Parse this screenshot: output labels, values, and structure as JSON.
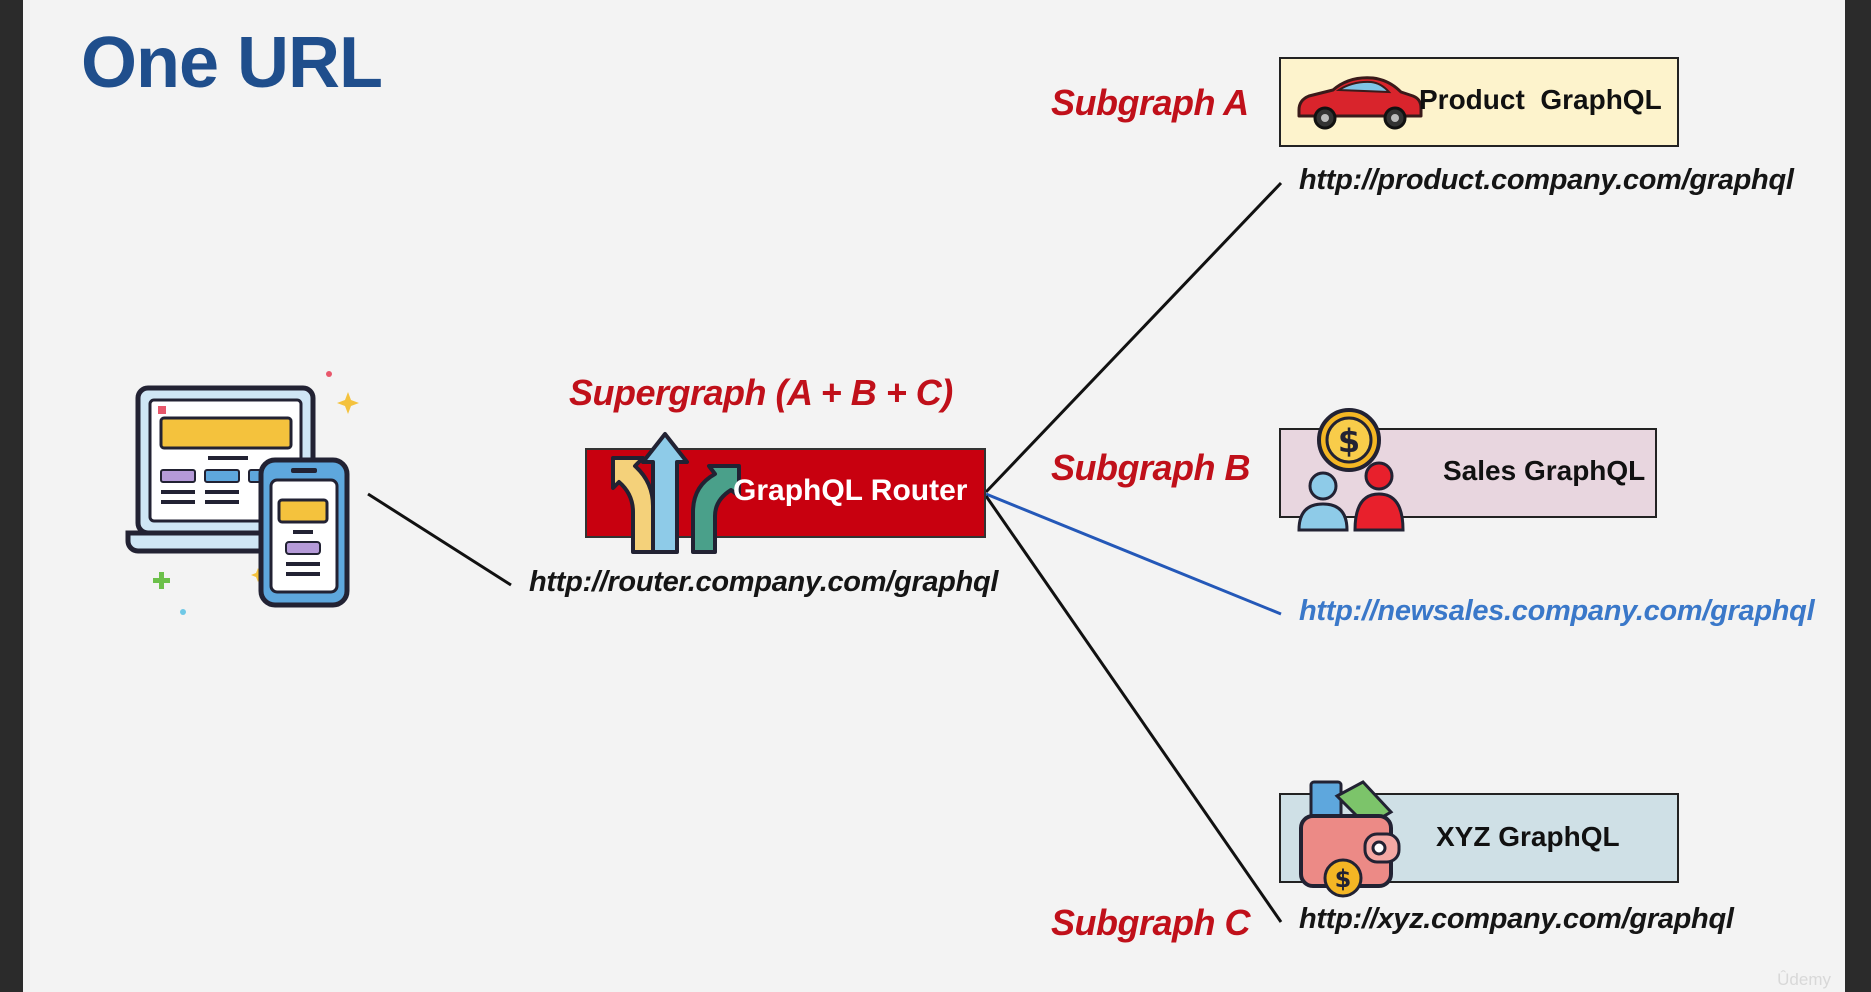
{
  "title": "One URL",
  "client": {
    "icon": "laptop-phone-icon"
  },
  "router": {
    "heading": "Supergraph (A + B + C)",
    "label": "GraphQL Router",
    "icon": "route-arrows-icon",
    "url": "http://router.company.com/graphql",
    "color": "#c8000f"
  },
  "subgraphs": [
    {
      "name": "Subgraph A",
      "service": "Product  GraphQL",
      "url": "http://product.company.com/graphql",
      "icon": "car-icon",
      "color": "#fdf3cc"
    },
    {
      "name": "Subgraph B",
      "service": "Sales GraphQL",
      "url": "http://newsales.company.com/graphql",
      "icon": "people-dollar-icon",
      "color": "#e8d6df",
      "link_color": "#2458b8"
    },
    {
      "name": "Subgraph C",
      "service": "XYZ GraphQL",
      "url": "http://xyz.company.com/graphql",
      "icon": "wallet-icon",
      "color": "#cfe0e6"
    }
  ],
  "watermark": "Ûdemy"
}
